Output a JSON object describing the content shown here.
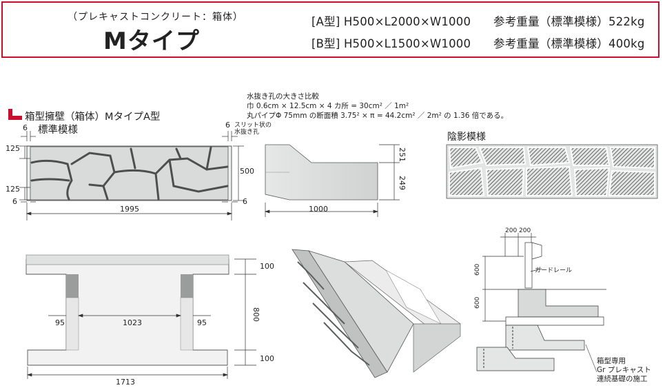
{
  "header": {
    "subtitle": "（プレキャストコンクリート：箱体）",
    "title": "Mタイプ",
    "specs": [
      {
        "size": "[A型] H500×L2000×W1000",
        "weight": "参考重量（標準模様）522kg"
      },
      {
        "size": "[B型] H500×L1500×W1000",
        "weight": "参考重量（標準模様）400kg"
      }
    ]
  },
  "front_view": {
    "section_title": "箱型擁壁（箱体）MタイプA型",
    "pattern_label": "標準模様",
    "dims": {
      "left_gap": "6",
      "right_gap": "6",
      "top": "125",
      "bottom": "125",
      "height": "500",
      "bottom_left": "6",
      "bottom_right": "6",
      "length": "1995"
    },
    "slit_note": [
      "スリット状の",
      "水抜き孔"
    ]
  },
  "side_view": {
    "dims": {
      "top": "251",
      "bottom": "249",
      "width": "1000"
    }
  },
  "water_note": [
    "水抜き孔の大きさ比較",
    "巾 0.6cm × 12.5cm × 4 カ所 = 30cm² ／ 1m²",
    "丸パイプΦ 75mm の断面積 3.75² × π = 44.2cm² ／ 2m² の 1.36 倍である。"
  ],
  "shadow": {
    "label": "陰影模様"
  },
  "plan_view": {
    "dims": {
      "inner": "1023",
      "left_wall": "95",
      "right_wall": "95",
      "total": "1713",
      "top": "100",
      "middle": "800",
      "bottom": "100"
    }
  },
  "install": {
    "dims": {
      "w1": "200",
      "w2": "200",
      "h1": "600",
      "h2": "600"
    },
    "guardrail": "ガードレール",
    "note": [
      "箱型専用",
      "Gr プレキャスト",
      "連続基礎の施工"
    ]
  },
  "colors": {
    "accent": "#c8102e",
    "stone": "#d9dbda",
    "joint": "#4b4f4d"
  }
}
